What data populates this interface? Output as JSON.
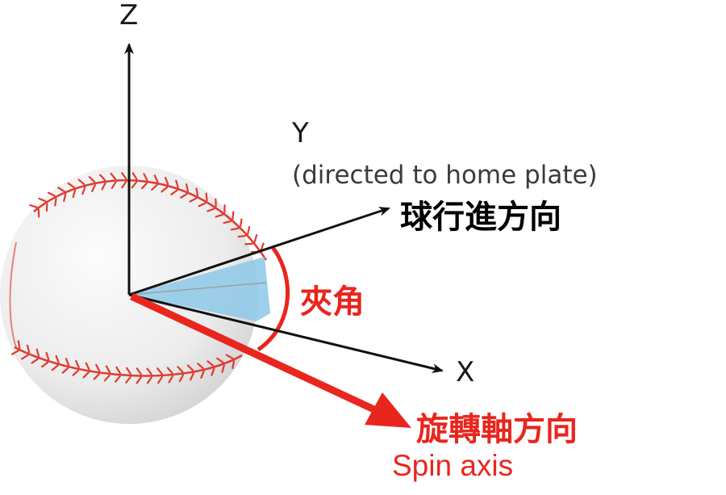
{
  "labels": {
    "z_axis": "Z",
    "y_axis": "Y",
    "y_description": "(directed to home plate)",
    "ball_direction": "球行進方向",
    "angle": "夾角",
    "x_axis": "X",
    "spin_axis_direction": "旋轉軸方向",
    "spin_axis_en": "Spin axis"
  },
  "colors": {
    "axis": "#111111",
    "accent_red": "#e8261e",
    "angle_fill": "#8ec8e8",
    "ball": "#f2f2f2",
    "stitches": "#e03a2e"
  }
}
